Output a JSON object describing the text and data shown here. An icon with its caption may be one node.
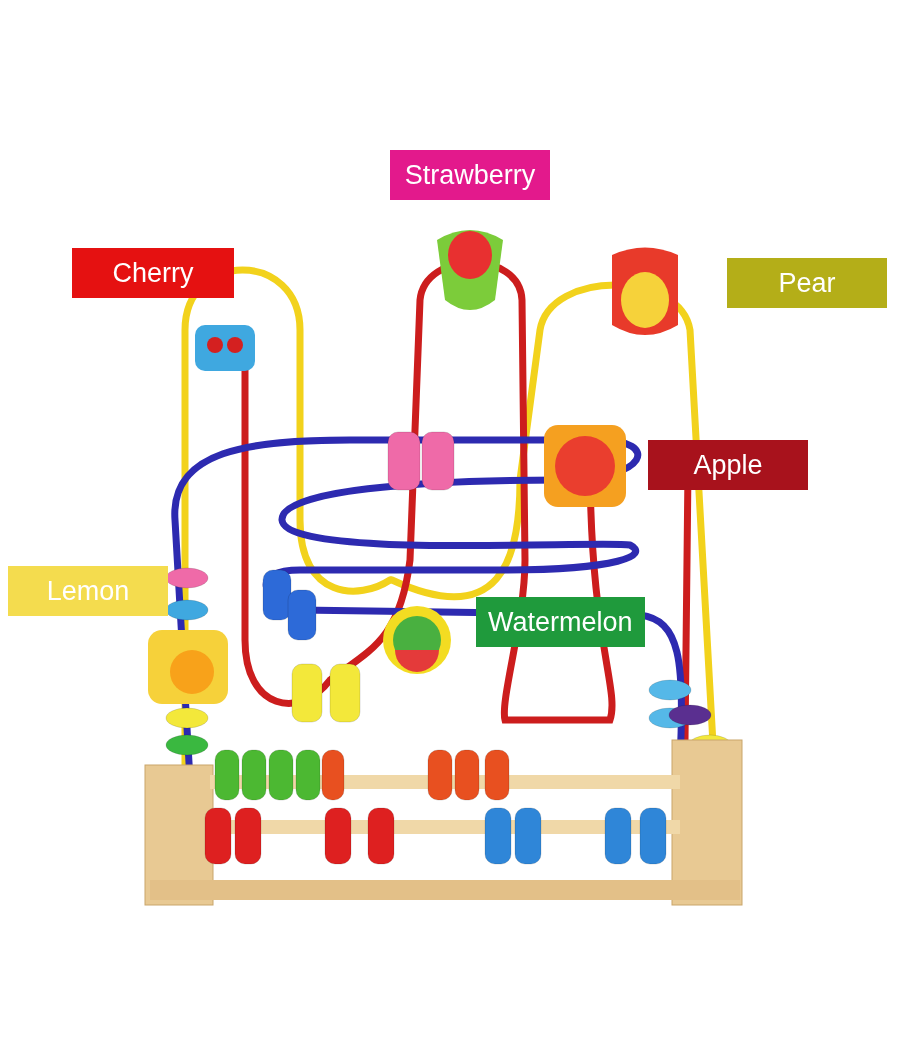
{
  "diagram": {
    "nodes": [
      {
        "text": [
          "Strawberry"
        ]
      },
      {
        "text": [
          "Cherry"
        ]
      },
      {
        "text": [
          "Pear"
        ]
      },
      {
        "text": [
          "Apple"
        ]
      },
      {
        "text": [
          "Lemon"
        ]
      },
      {
        "text": [
          "Watermelon"
        ]
      }
    ],
    "edges": []
  }
}
